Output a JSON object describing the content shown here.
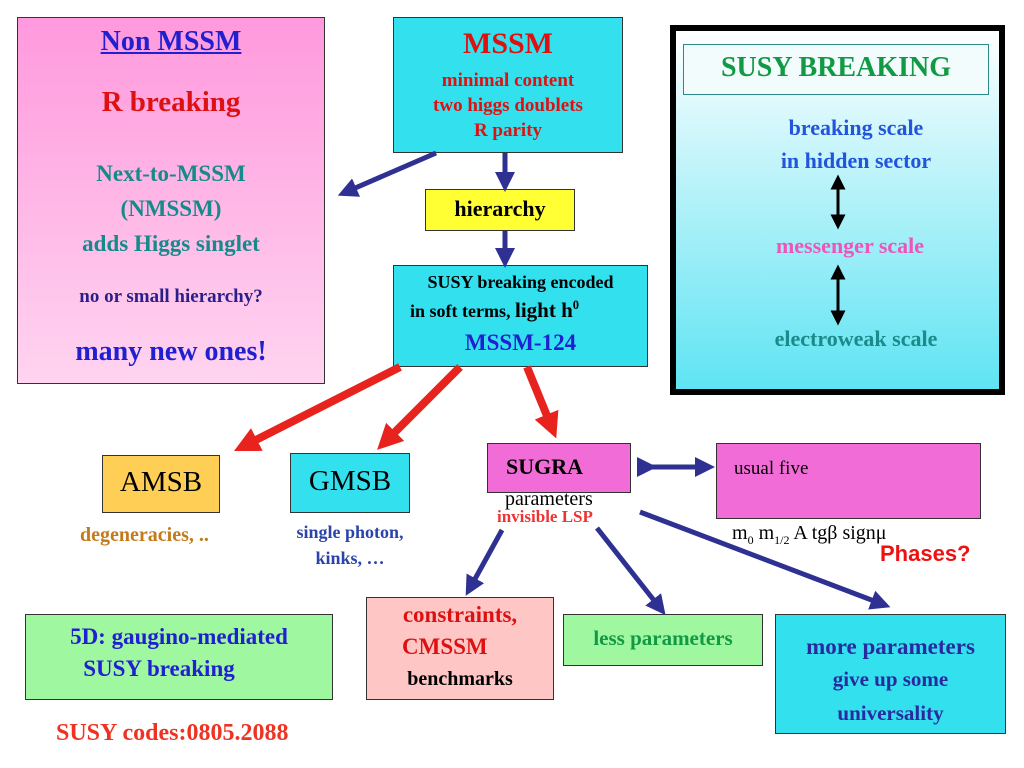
{
  "non_mssm": {
    "title": "Non MSSM",
    "r_breaking": "R breaking",
    "nmssm_line1": "Next-to-MSSM",
    "nmssm_line2": "(NMSSM)",
    "nmssm_line3": "adds Higgs singlet",
    "hierarchy_q": "no or small  hierarchy?",
    "many": "many new ones!"
  },
  "mssm": {
    "title": "MSSM",
    "line1": "minimal content",
    "line2": "two higgs doublets",
    "line3": "R parity"
  },
  "hierarchy": "hierarchy",
  "soft_terms": {
    "line1": "SUSY breaking encoded",
    "line2_a": "in soft terms,",
    "line2_b": "light h",
    "line2_sup": "0",
    "line3": "MSSM-124"
  },
  "susy_breaking": {
    "title": "SUSY BREAKING",
    "breaking_line1": "breaking scale",
    "breaking_line2": "in hidden sector",
    "messenger": "messenger scale",
    "electroweak": "electroweak scale"
  },
  "amsb": {
    "label": "AMSB",
    "note": "degeneracies, .."
  },
  "gmsb": {
    "label": "GMSB",
    "note_line1": "single photon,",
    "note_line2": "kinks, …"
  },
  "sugra": {
    "label": "SUGRA",
    "params": "parameters",
    "lsp": "invisible  LSP"
  },
  "usual_five": {
    "label": "usual five",
    "m0": "m",
    "m0_sub": "0",
    "m12": "m",
    "m12_sub": "1/2",
    "rest": "A tgβ signμ"
  },
  "phases": "Phases?",
  "fived": {
    "line1": "5D: gaugino-mediated",
    "line2": "SUSY breaking"
  },
  "constraints": {
    "line1": "constraints,",
    "line2": "CMSSM",
    "line3": "benchmarks"
  },
  "less": "less parameters",
  "more": {
    "line1": "more parameters",
    "line2": "give up some",
    "line3": "universality"
  },
  "codes": "SUSY codes:0805.2088",
  "colors": {
    "navy_arrow": "#2e3192",
    "red_arrow": "#e8231e",
    "cyan": "#33e0ee",
    "pink": "#f26cd8",
    "yellow": "#ffff33",
    "amsb": "#ffcf55",
    "green": "#9ff79f",
    "salmon": "#ffc6c6"
  }
}
